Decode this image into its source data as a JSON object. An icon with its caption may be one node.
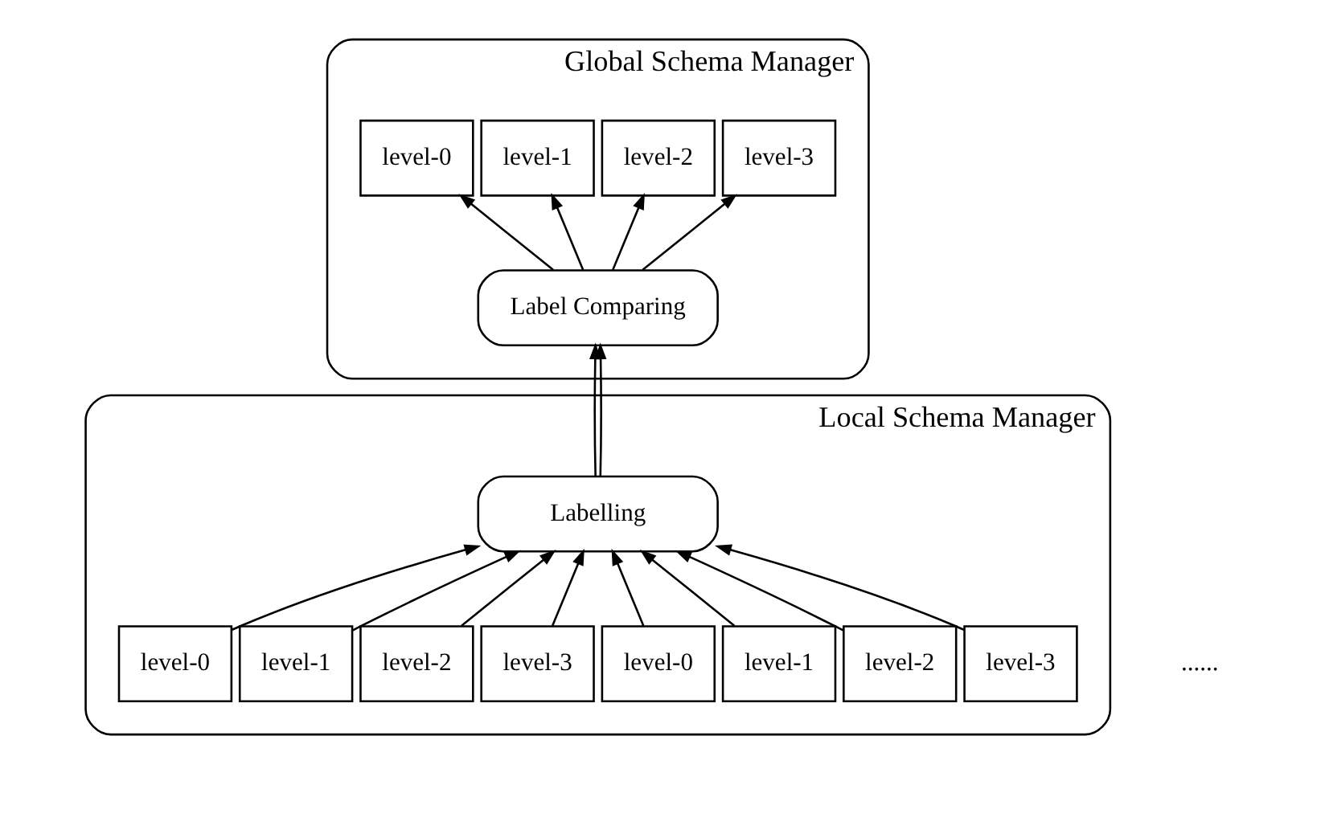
{
  "diagram": {
    "nodes": [
      {
        "text": [
          "Global Schema Manager"
        ]
      },
      {
        "text": [
          "level-0"
        ],
        "in": 0
      },
      {
        "text": [
          "level-1"
        ],
        "in": 0
      },
      {
        "text": [
          "level-2"
        ],
        "in": 0
      },
      {
        "text": [
          "level-3"
        ],
        "in": 0
      },
      {
        "text": [
          "Label Comparing"
        ],
        "in": 0
      },
      {
        "text": [
          "Local Schema Manager"
        ]
      },
      {
        "text": [
          "Labelling"
        ],
        "in": 6
      },
      {
        "text": [
          "level-0"
        ],
        "in": 6
      },
      {
        "text": [
          "level-1"
        ],
        "in": 6
      },
      {
        "text": [
          "level-2"
        ],
        "in": 6
      },
      {
        "text": [
          "level-3"
        ],
        "in": 6
      },
      {
        "text": [
          "level-0"
        ],
        "in": 6
      },
      {
        "text": [
          "level-1"
        ],
        "in": 6
      },
      {
        "text": [
          "level-2"
        ],
        "in": 6
      },
      {
        "text": [
          "level-3"
        ],
        "in": 6
      }
    ],
    "edges": [
      {
        "from": 5,
        "to": 1,
        "arrow": "to"
      },
      {
        "from": 5,
        "to": 2,
        "arrow": "to"
      },
      {
        "from": 5,
        "to": 3,
        "arrow": "to"
      },
      {
        "from": 5,
        "to": 4,
        "arrow": "to"
      },
      {
        "from": 7,
        "to": 5,
        "arrow": "to"
      },
      {
        "from": 7,
        "to": 5,
        "arrow": "to"
      },
      {
        "from": 8,
        "to": 7,
        "arrow": "to"
      },
      {
        "from": 9,
        "to": 7,
        "arrow": "to"
      },
      {
        "from": 10,
        "to": 7,
        "arrow": "to"
      },
      {
        "from": 11,
        "to": 7,
        "arrow": "to"
      },
      {
        "from": 12,
        "to": 7,
        "arrow": "to"
      },
      {
        "from": 13,
        "to": 7,
        "arrow": "to"
      },
      {
        "from": 14,
        "to": 7,
        "arrow": "to"
      },
      {
        "from": 15,
        "to": 7,
        "arrow": "to"
      }
    ],
    "labels": [
      "......"
    ]
  }
}
